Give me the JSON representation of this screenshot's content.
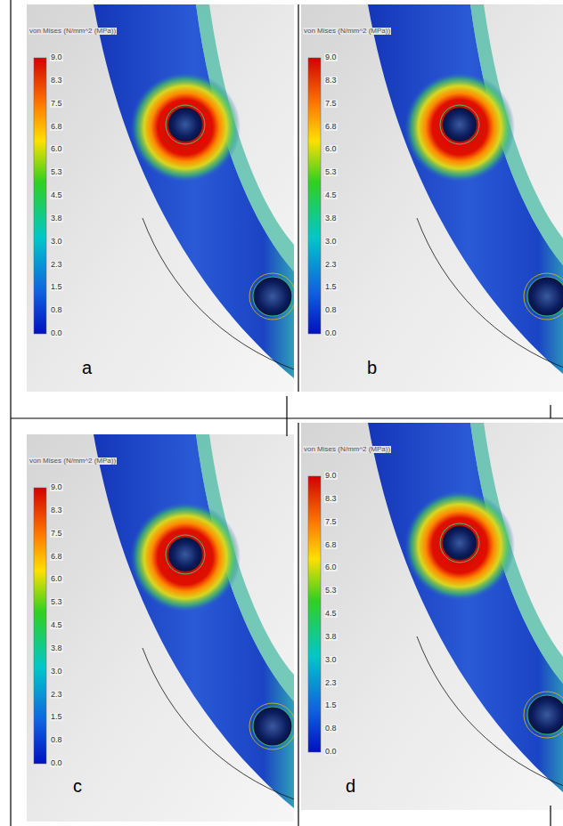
{
  "diagram": {
    "labels": [
      "von Mises (N/mm^2 (MPa))",
      "9.0",
      "8.3",
      "7.5",
      "6.8",
      "6.0",
      "5.3",
      "4.5",
      "3.8",
      "3.0",
      "2.3",
      "1.5",
      "0.8",
      "0.0",
      "a",
      "von Mises (N/mm^2 (MPa))",
      "9.0",
      "8.3",
      "7.5",
      "6.8",
      "6.0",
      "5.3",
      "4.5",
      "3.8",
      "3.0",
      "2.3",
      "1.5",
      "0.8",
      "0.0",
      "b",
      "von Mises (N/mm^2 (MPa))",
      "9.0",
      "8.3",
      "7.5",
      "6.8",
      "6.0",
      "5.3",
      "4.5",
      "3.8",
      "3.0",
      "2.3",
      "1.5",
      "0.8",
      "0.0",
      "c",
      "von Mises (N/mm^2 (MPa))",
      "9.0",
      "8.3",
      "7.5",
      "6.8",
      "6.0",
      "5.3",
      "4.5",
      "3.8",
      "3.0",
      "2.3",
      "1.5",
      "0.8",
      "0.0",
      "d"
    ]
  }
}
